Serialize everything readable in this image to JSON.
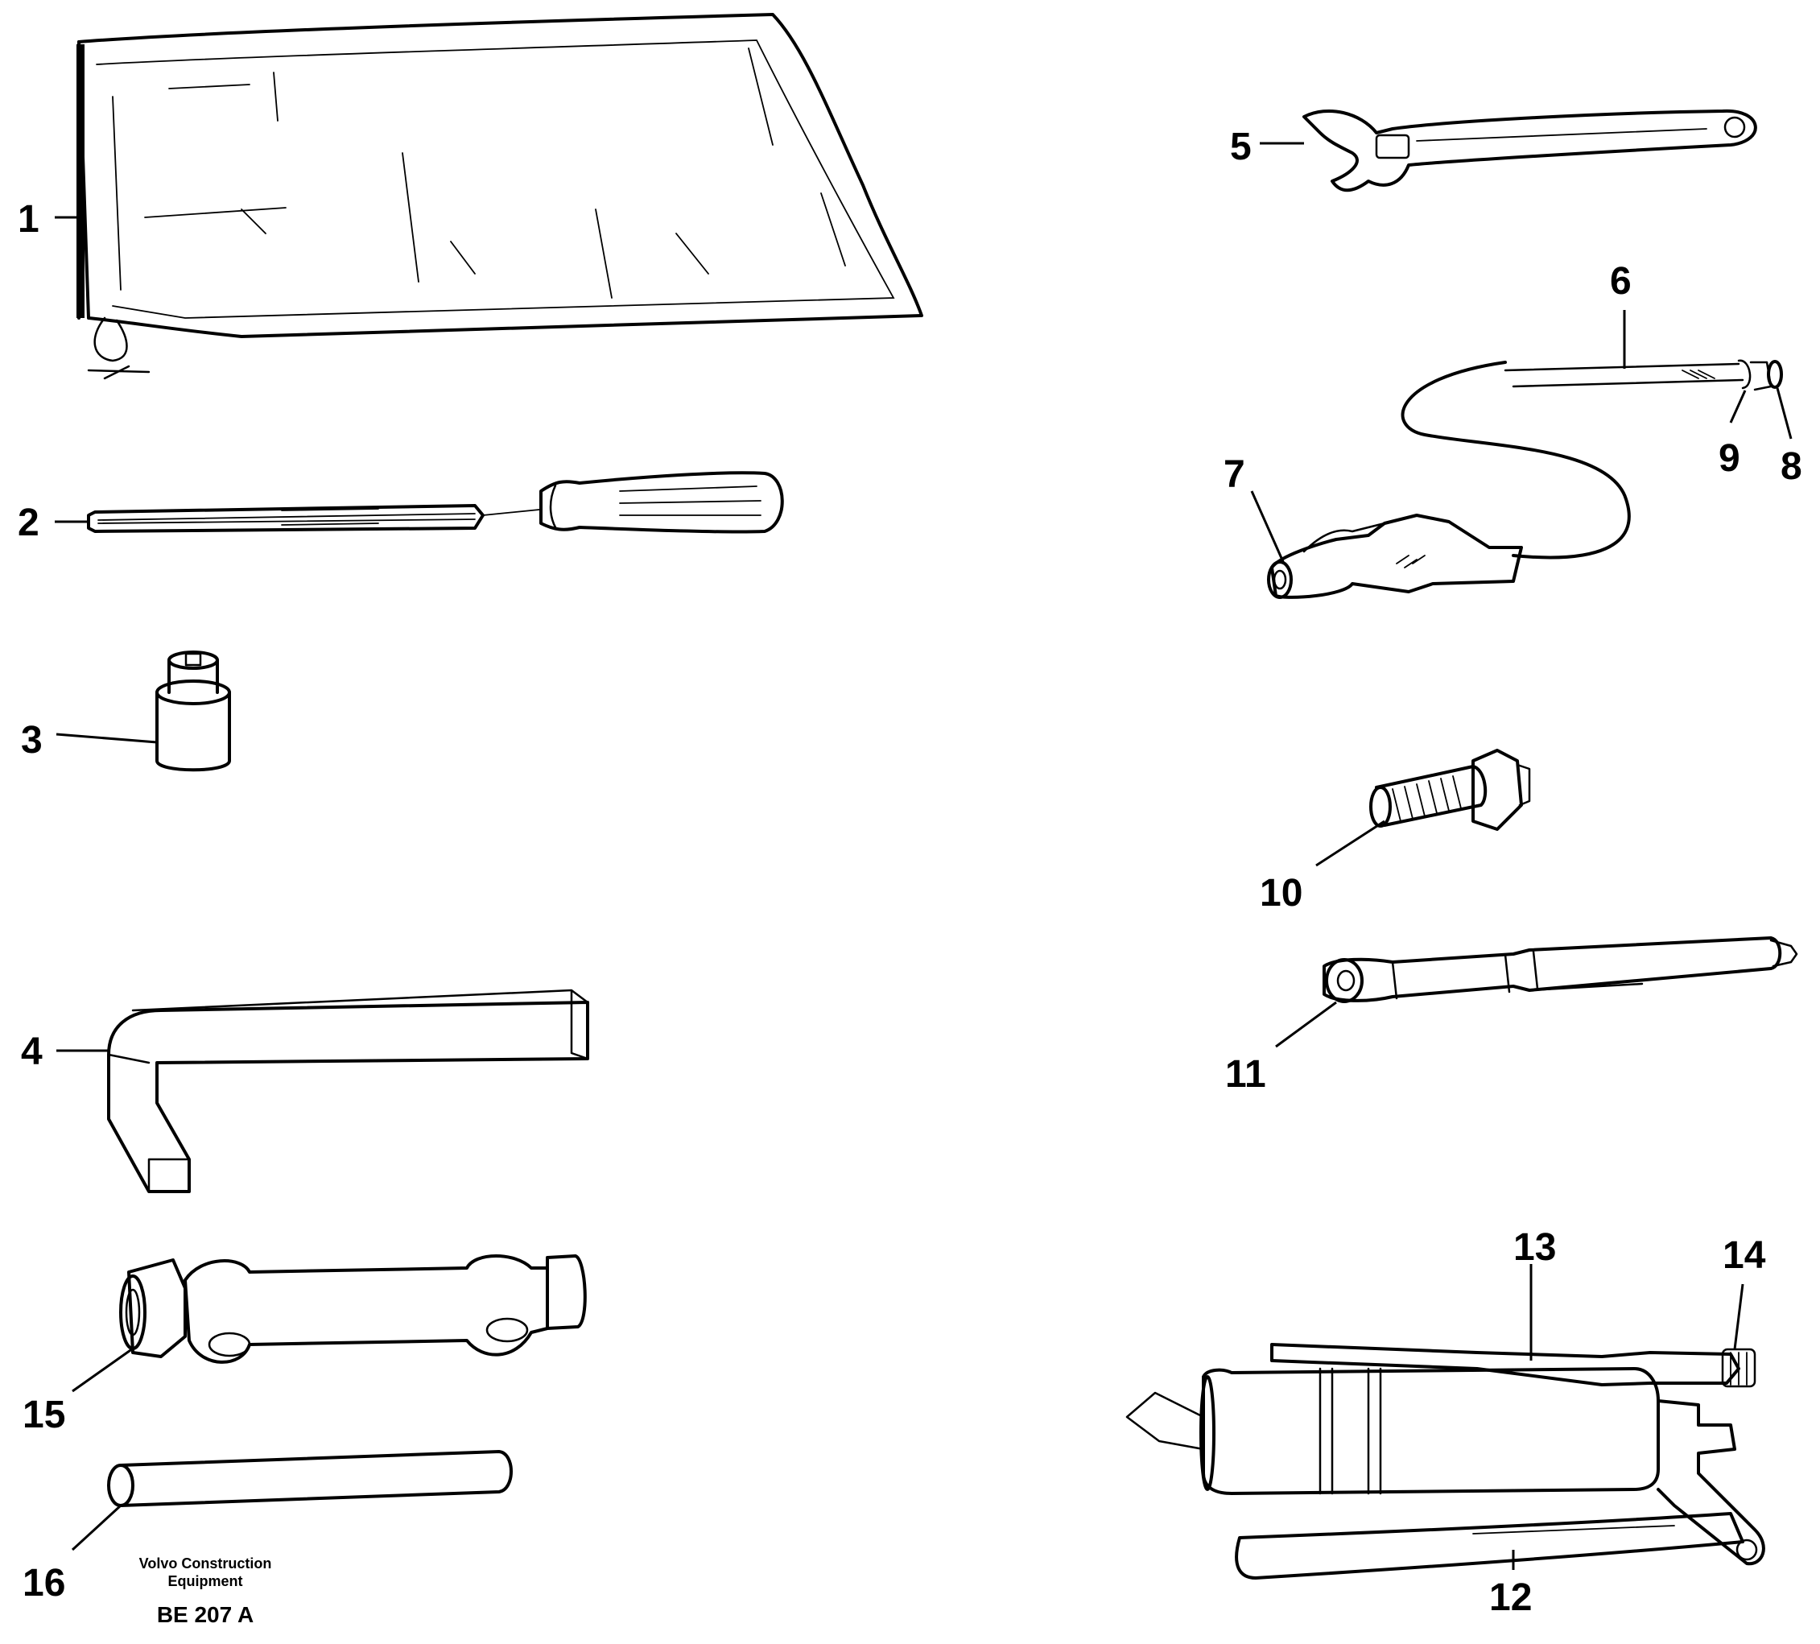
{
  "callouts": {
    "p1": "1",
    "p2": "2",
    "p3": "3",
    "p4": "4",
    "p5": "5",
    "p6": "6",
    "p7": "7",
    "p8": "8",
    "p9": "9",
    "p10": "10",
    "p11": "11",
    "p12": "12",
    "p13": "13",
    "p14": "14",
    "p15": "15",
    "p16": "16"
  },
  "caption": {
    "line1": "Volvo Construction",
    "line2": "Equipment",
    "code": "BE 207 A"
  }
}
